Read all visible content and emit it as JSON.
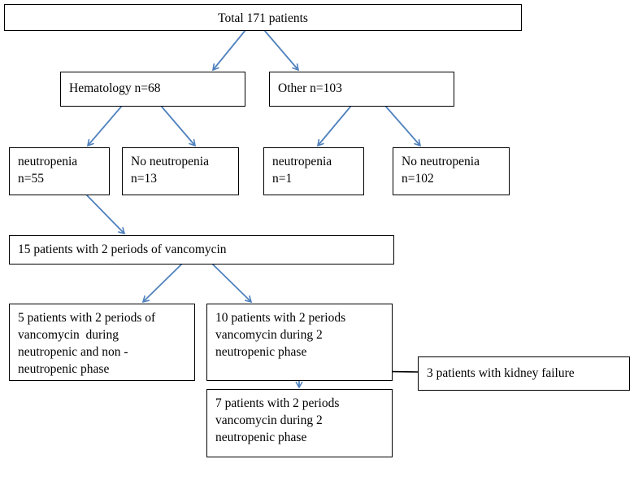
{
  "colors": {
    "arrow": "#4f81bd",
    "black_arrow": "#000000",
    "border": "#000000"
  },
  "boxes": {
    "total": [
      "Total 171 patients"
    ],
    "hematology": [
      "Hematology n=68"
    ],
    "other": [
      "Other n=103"
    ],
    "hem_neutropenia": [
      "neutropenia",
      "n=55"
    ],
    "hem_no_neutropenia": [
      "No neutropenia",
      "n=13"
    ],
    "oth_neutropenia": [
      "neutropenia",
      "n=1"
    ],
    "oth_no_neutropenia": [
      "No neutropenia",
      "n=102"
    ],
    "two_periods": [
      "15 patients with 2 periods of vancomycin"
    ],
    "mixed_phase": [
      "5 patients with 2 periods of",
      "vancomycin  during",
      "neutropenic and non -",
      "neutropenic phase"
    ],
    "two_neutropenic": [
      "10 patients with 2 periods",
      "vancomycin during 2",
      "neutropenic phase"
    ],
    "kidney_failure": [
      "3 patients with kidney failure"
    ],
    "final": [
      "7 patients with 2 periods",
      "vancomycin during 2",
      "neutropenic phase"
    ]
  }
}
